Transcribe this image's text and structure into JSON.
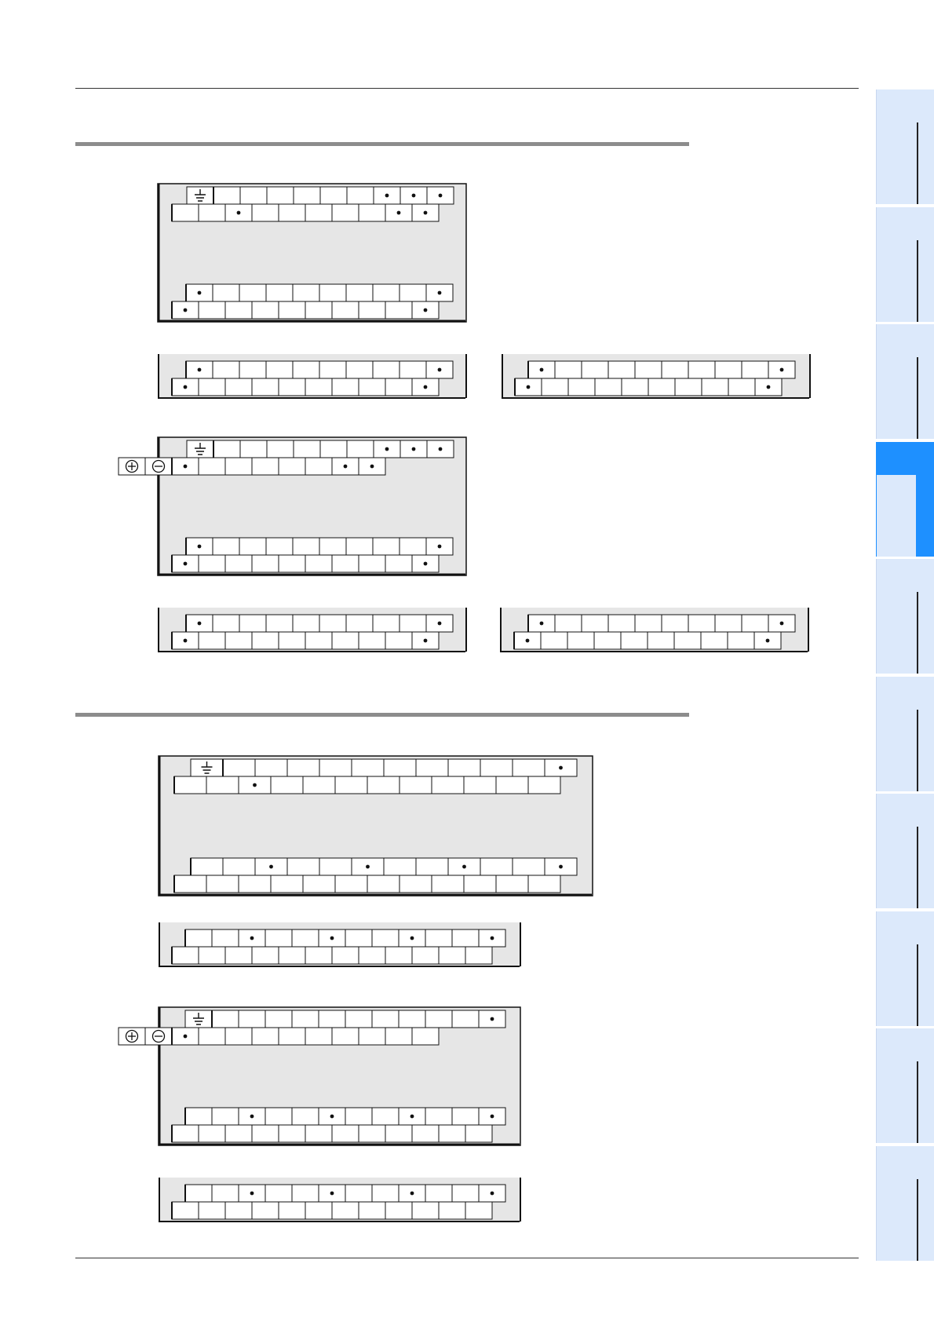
{
  "page": {
    "side_tabs": [
      {
        "active": false
      },
      {
        "active": false
      },
      {
        "active": false
      },
      {
        "active": true
      },
      {
        "active": false
      },
      {
        "active": false
      },
      {
        "active": false
      },
      {
        "active": false
      },
      {
        "active": false
      },
      {
        "active": false
      }
    ]
  },
  "colors": {
    "block_fill": "#e6e6e6",
    "cell_fill": "#ffffff",
    "line": "#111111",
    "section_bar": "#8c8c8c",
    "tab_fill": "#dce9fb",
    "tab_active": "#1e90ff"
  },
  "icons": {
    "ground": "ground-symbol-icon",
    "plus": "plus-circle-icon",
    "minus": "minus-circle-icon",
    "dot": "terminal-dot-icon"
  },
  "terminal_blocks": [
    {
      "name": "terminal-block-1a",
      "rows": [
        {
          "cells": 9,
          "ground": true,
          "pm": false,
          "dots": [
            7,
            8,
            9
          ]
        },
        {
          "cells": 10,
          "ground": false,
          "pm": false,
          "dots": [
            3,
            9,
            10
          ]
        },
        {
          "cells": 10,
          "ground": false,
          "pm": false,
          "dots": [
            1,
            10
          ]
        },
        {
          "cells": 10,
          "ground": false,
          "pm": false,
          "dots": [
            1,
            10
          ]
        }
      ]
    },
    {
      "name": "terminal-block-1b",
      "rows": [
        {
          "cells": 10,
          "ground": false,
          "pm": false,
          "dots": [
            1,
            10
          ]
        },
        {
          "cells": 10,
          "ground": false,
          "pm": false,
          "dots": [
            1,
            10
          ]
        }
      ]
    },
    {
      "name": "terminal-block-1c",
      "rows": [
        {
          "cells": 10,
          "ground": false,
          "pm": false,
          "dots": [
            1,
            10
          ]
        },
        {
          "cells": 10,
          "ground": false,
          "pm": false,
          "dots": [
            1,
            10
          ]
        }
      ]
    },
    {
      "name": "terminal-block-2a",
      "rows": [
        {
          "cells": 9,
          "ground": true,
          "pm": false,
          "dots": [
            7,
            8,
            9
          ]
        },
        {
          "cells": 8,
          "ground": false,
          "pm": true,
          "dots": [
            1,
            7,
            8
          ]
        },
        {
          "cells": 10,
          "ground": false,
          "pm": false,
          "dots": [
            1,
            10
          ]
        },
        {
          "cells": 10,
          "ground": false,
          "pm": false,
          "dots": [
            1,
            10
          ]
        }
      ]
    },
    {
      "name": "terminal-block-2b",
      "rows": [
        {
          "cells": 10,
          "ground": false,
          "pm": false,
          "dots": [
            1,
            10
          ]
        },
        {
          "cells": 10,
          "ground": false,
          "pm": false,
          "dots": [
            1,
            10
          ]
        }
      ]
    },
    {
      "name": "terminal-block-2c",
      "rows": [
        {
          "cells": 10,
          "ground": false,
          "pm": false,
          "dots": [
            1,
            10
          ]
        },
        {
          "cells": 10,
          "ground": false,
          "pm": false,
          "dots": [
            1,
            10
          ]
        }
      ]
    },
    {
      "name": "terminal-block-3a",
      "rows": [
        {
          "cells": 11,
          "ground": true,
          "pm": false,
          "dots": [
            11
          ]
        },
        {
          "cells": 12,
          "ground": false,
          "pm": false,
          "dots": [
            3
          ]
        },
        {
          "cells": 12,
          "ground": false,
          "pm": false,
          "dots": [
            3,
            6,
            9,
            12
          ]
        },
        {
          "cells": 12,
          "ground": false,
          "pm": false,
          "dots": []
        }
      ]
    },
    {
      "name": "terminal-block-3b",
      "rows": [
        {
          "cells": 12,
          "ground": false,
          "pm": false,
          "dots": [
            3,
            6,
            9,
            12
          ]
        },
        {
          "cells": 12,
          "ground": false,
          "pm": false,
          "dots": []
        }
      ]
    },
    {
      "name": "terminal-block-4a",
      "rows": [
        {
          "cells": 11,
          "ground": true,
          "pm": false,
          "dots": [
            11
          ]
        },
        {
          "cells": 10,
          "ground": false,
          "pm": true,
          "dots": [
            1
          ]
        },
        {
          "cells": 12,
          "ground": false,
          "pm": false,
          "dots": [
            3,
            6,
            9,
            12
          ]
        },
        {
          "cells": 12,
          "ground": false,
          "pm": false,
          "dots": []
        }
      ]
    },
    {
      "name": "terminal-block-4b",
      "rows": [
        {
          "cells": 12,
          "ground": false,
          "pm": false,
          "dots": [
            3,
            6,
            9,
            12
          ]
        },
        {
          "cells": 12,
          "ground": false,
          "pm": false,
          "dots": []
        }
      ]
    }
  ]
}
